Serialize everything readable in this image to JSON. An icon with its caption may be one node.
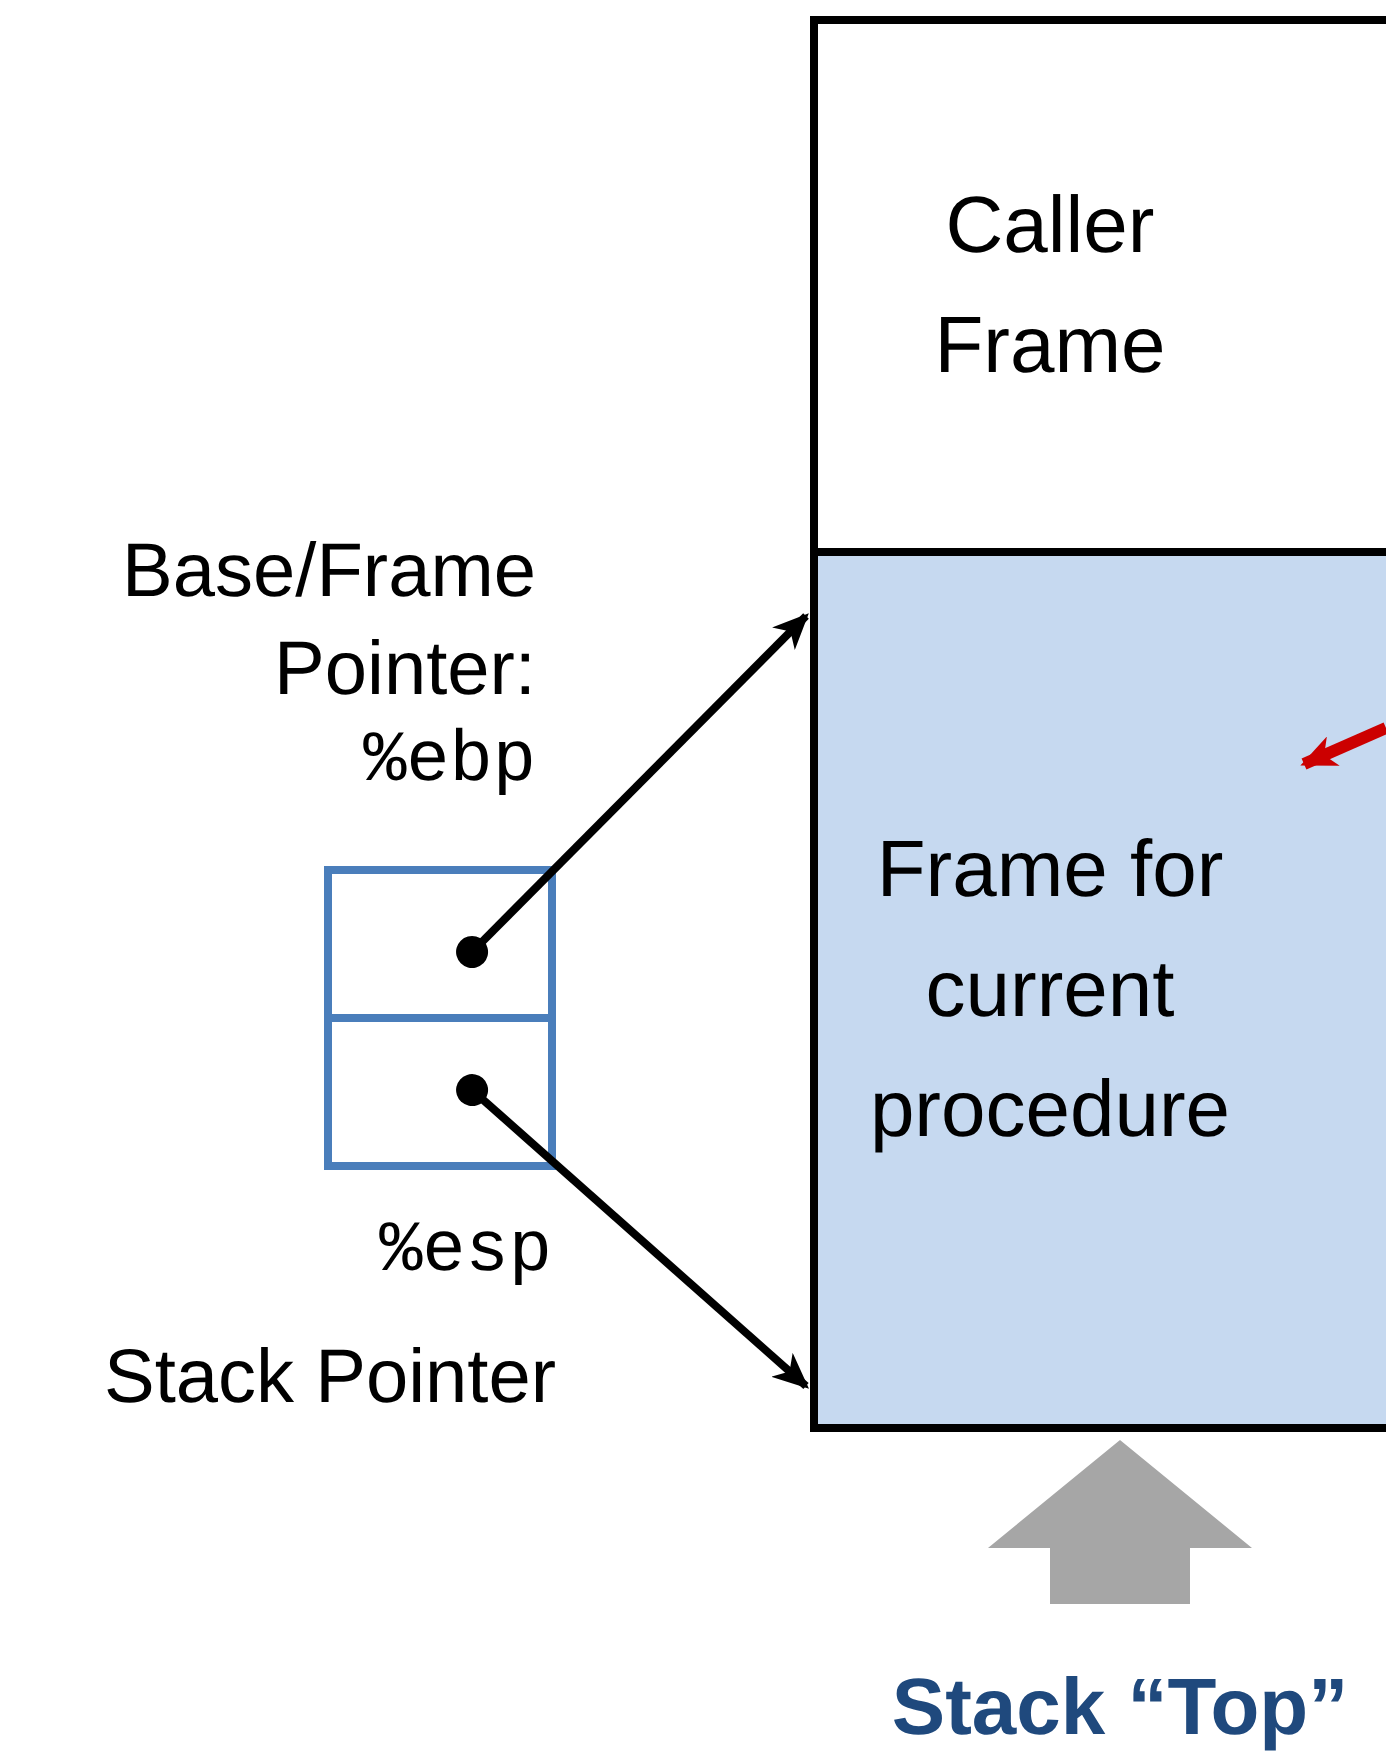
{
  "diagram": {
    "nodes": [
      {
        "text": [
          "Caller Frame"
        ]
      },
      {
        "text": [
          "Frame for current procedure"
        ]
      },
      {
        "text": [],
        "shape": "box",
        "beside": [
          "Base/Frame Pointer:",
          "%ebp"
        ]
      },
      {
        "text": [],
        "shape": "box",
        "beside": [
          "%esp",
          "Stack Pointer"
        ]
      },
      {
        "text": [
          "Stack “Top”"
        ]
      }
    ],
    "edges": [
      {
        "from": 2,
        "to": 1,
        "arrow": "to"
      },
      {
        "from": 3,
        "to": 1,
        "arrow": "to"
      },
      {
        "from": null,
        "to": 1,
        "arrow": "to",
        "color": "#cc0000"
      },
      {
        "from": 4,
        "to": 1,
        "arrow": "to",
        "style": "thick",
        "color": "#a6a6a6"
      }
    ]
  }
}
